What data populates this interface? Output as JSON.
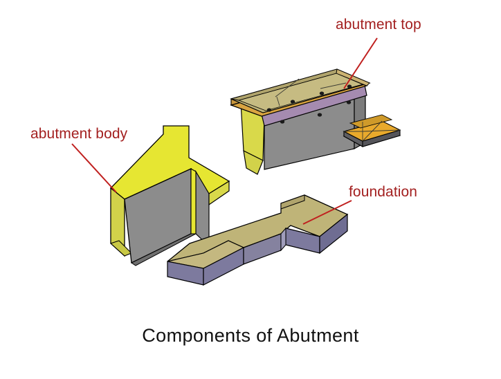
{
  "caption": "Components of Abutment",
  "labels": {
    "abutment_top": "abutment top",
    "abutment_body": "abutment body",
    "foundation": "foundation"
  },
  "colors": {
    "background": "#ffffff",
    "label_text": "#a32020",
    "leader_line": "#c0201f",
    "caption_text": "#111111",
    "outline": "#000000",
    "yellow_body": "#e6e632",
    "yellow_body_shade": "#d2d24a",
    "gray_face": "#8c8c8c",
    "gray_face_dark": "#7a7a7a",
    "tan_deck": "#bfb478",
    "tan_deck_light": "#c9bf8a",
    "orange_rim": "#d9a441",
    "mauve_band": "#a58bb0",
    "purple_side": "#7d7a9e",
    "gold_pad": "#e8a92c",
    "dot": "#1a1a1a"
  },
  "components": [
    {
      "name": "abutment top",
      "description": "Exploded upper cap beam with tan deck, orange rim, mauve side band and bearing dots"
    },
    {
      "name": "abutment body",
      "description": "U-shaped yellow stem wall with gray inner faces"
    },
    {
      "name": "foundation",
      "description": "Stepped footing slab with tan top and purple-gray sides"
    }
  ]
}
